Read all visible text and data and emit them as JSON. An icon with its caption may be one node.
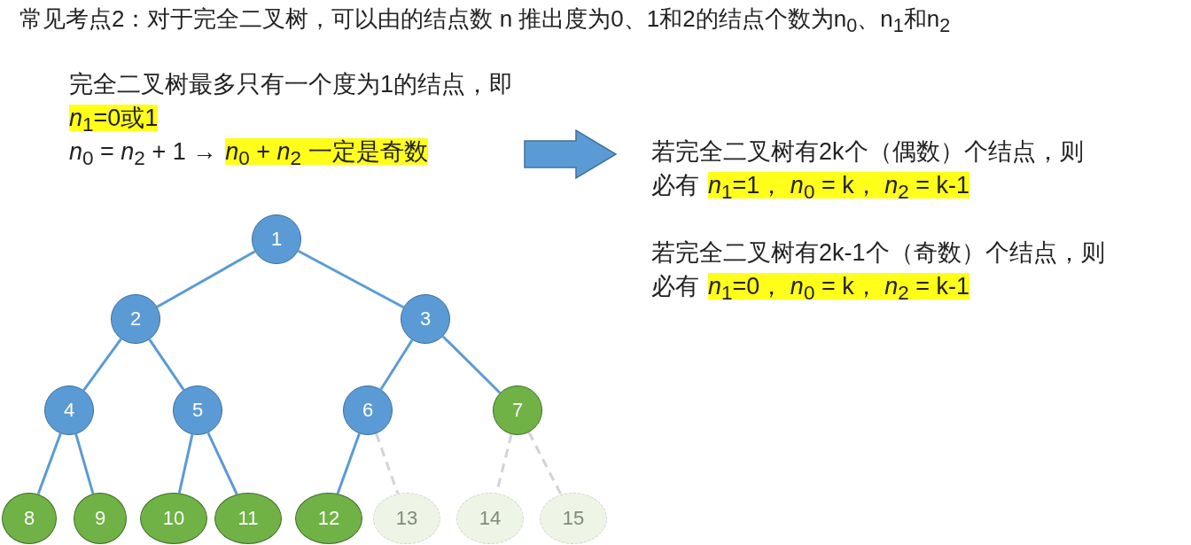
{
  "diagram": {
    "title": "常见考点2：对于完全二叉树，可以由的结点数 n 推出度为0、1和2的结点个数为n$_{0}$、n$_{1}$和n$_{2}$",
    "nodes": [
      {
        "text": [
          "1"
        ]
      },
      {
        "text": [
          "2"
        ]
      },
      {
        "text": [
          "3"
        ]
      },
      {
        "text": [
          "4"
        ]
      },
      {
        "text": [
          "5"
        ]
      },
      {
        "text": [
          "6"
        ]
      },
      {
        "text": [
          "7"
        ]
      },
      {
        "text": [
          "8"
        ]
      },
      {
        "text": [
          "9"
        ]
      },
      {
        "text": [
          "10"
        ]
      },
      {
        "text": [
          "11"
        ]
      },
      {
        "text": [
          "12"
        ]
      },
      {
        "text": [
          "13"
        ]
      },
      {
        "text": [
          "14"
        ]
      },
      {
        "text": [
          "15"
        ]
      },
      {
        "text": [
          "完全二叉树最多只有一个度为1的结点，即",
          "*n*$_{1}$=0或1",
          "*n*$_{0}$ = *n*$_{2}$ + 1 →",
          "*n*$_{0}$ + *n*$_{2}$ 一定是奇数"
        ]
      },
      {
        "text": [
          "若完全二叉树有2k个（偶数）个结点，则",
          "必有",
          "*n*$_{1}$=1，  *n*$_{0}$ = k，  *n*$_{2}$ = k-1",
          "若完全二叉树有2k-1个（奇数）个结点，则",
          "必有",
          "*n*$_{1}$=0，  *n*$_{0}$ = k，  *n*$_{2}$ = k-1"
        ]
      }
    ],
    "edges": [
      {
        "from": 0,
        "to": 1,
        "arrow": "none"
      },
      {
        "from": 0,
        "to": 2,
        "arrow": "none"
      },
      {
        "from": 1,
        "to": 3,
        "arrow": "none"
      },
      {
        "from": 1,
        "to": 4,
        "arrow": "none"
      },
      {
        "from": 2,
        "to": 5,
        "arrow": "none"
      },
      {
        "from": 2,
        "to": 6,
        "arrow": "none"
      },
      {
        "from": 3,
        "to": 7,
        "arrow": "none"
      },
      {
        "from": 3,
        "to": 8,
        "arrow": "none"
      },
      {
        "from": 4,
        "to": 9,
        "arrow": "none"
      },
      {
        "from": 4,
        "to": 10,
        "arrow": "none"
      },
      {
        "from": 5,
        "to": 11,
        "arrow": "none"
      },
      {
        "from": 5,
        "to": 12,
        "arrow": "none",
        "style": "dashed",
        "color": "#d0d3d8"
      },
      {
        "from": 6,
        "to": 13,
        "arrow": "none",
        "style": "dashed",
        "color": "#d0d3d8"
      },
      {
        "from": 6,
        "to": 14,
        "arrow": "none",
        "style": "dashed",
        "color": "#d0d3d8"
      },
      {
        "from": 15,
        "to": 16,
        "arrow": "to",
        "style": "thick"
      }
    ]
  }
}
